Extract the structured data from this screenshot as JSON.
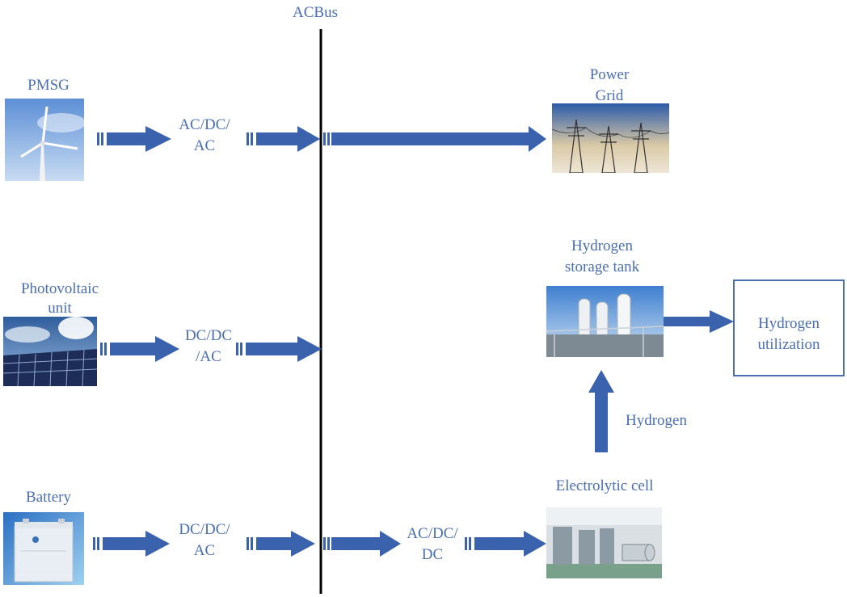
{
  "bus": {
    "label": "ACBus"
  },
  "sources": {
    "pmsg": {
      "label": "PMSG",
      "converter_line1": "AC/DC/",
      "converter_line2": "AC"
    },
    "pv": {
      "label_line1": "Photovoltaic",
      "label_line2": "unit",
      "converter_line1": "DC/DC",
      "converter_line2": "/AC"
    },
    "battery": {
      "label": "Battery",
      "converter_line1": "DC/DC/",
      "converter_line2": "AC"
    }
  },
  "loads": {
    "grid": {
      "label_line1": "Power",
      "label_line2": "Grid"
    },
    "tank": {
      "label_line1": "Hydrogen",
      "label_line2": "storage tank"
    },
    "utilization": {
      "label_line1": "Hydrogen",
      "label_line2": "utilization"
    },
    "electrolytic": {
      "label": "Electrolytic cell",
      "converter_line1": "AC/DC/",
      "converter_line2": "DC"
    },
    "hydrogen_flow": {
      "label": "Hydrogen"
    }
  },
  "colors": {
    "arrow": "#3a62ad",
    "text": "#4a6fb0",
    "bus": "#000000"
  }
}
